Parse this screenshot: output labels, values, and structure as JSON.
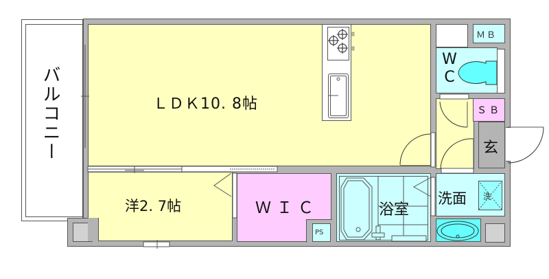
{
  "floorplan": {
    "colors": {
      "wall": "#b4b4b4",
      "wall_outline": "#555555",
      "ldk": "#ffffc0",
      "western_room": "#ffffc0",
      "wic": "#ffccff",
      "wet_area": "#ccffff",
      "toilet_fixture": "#66ffff",
      "entrance": "#b4b4b4",
      "sb": "#ffccff",
      "balcony": "#ffffff"
    },
    "rooms": {
      "balcony": {
        "label": "バルコニー"
      },
      "ldk": {
        "label": "ＬＤＫ10. 8帖"
      },
      "western": {
        "label": "洋2. 7帖"
      },
      "wic": {
        "label": "ＷＩＣ"
      },
      "bathroom": {
        "label": "浴室"
      },
      "washroom": {
        "label": "洗面"
      },
      "washer": {
        "label": "洗"
      },
      "toilet": {
        "label_line1": "W",
        "label_line2": "C"
      },
      "mb": {
        "label": "ＭＢ"
      },
      "sb": {
        "label": "ＳＢ"
      },
      "entrance": {
        "label": "玄"
      },
      "ps": {
        "label": "PS"
      }
    }
  }
}
